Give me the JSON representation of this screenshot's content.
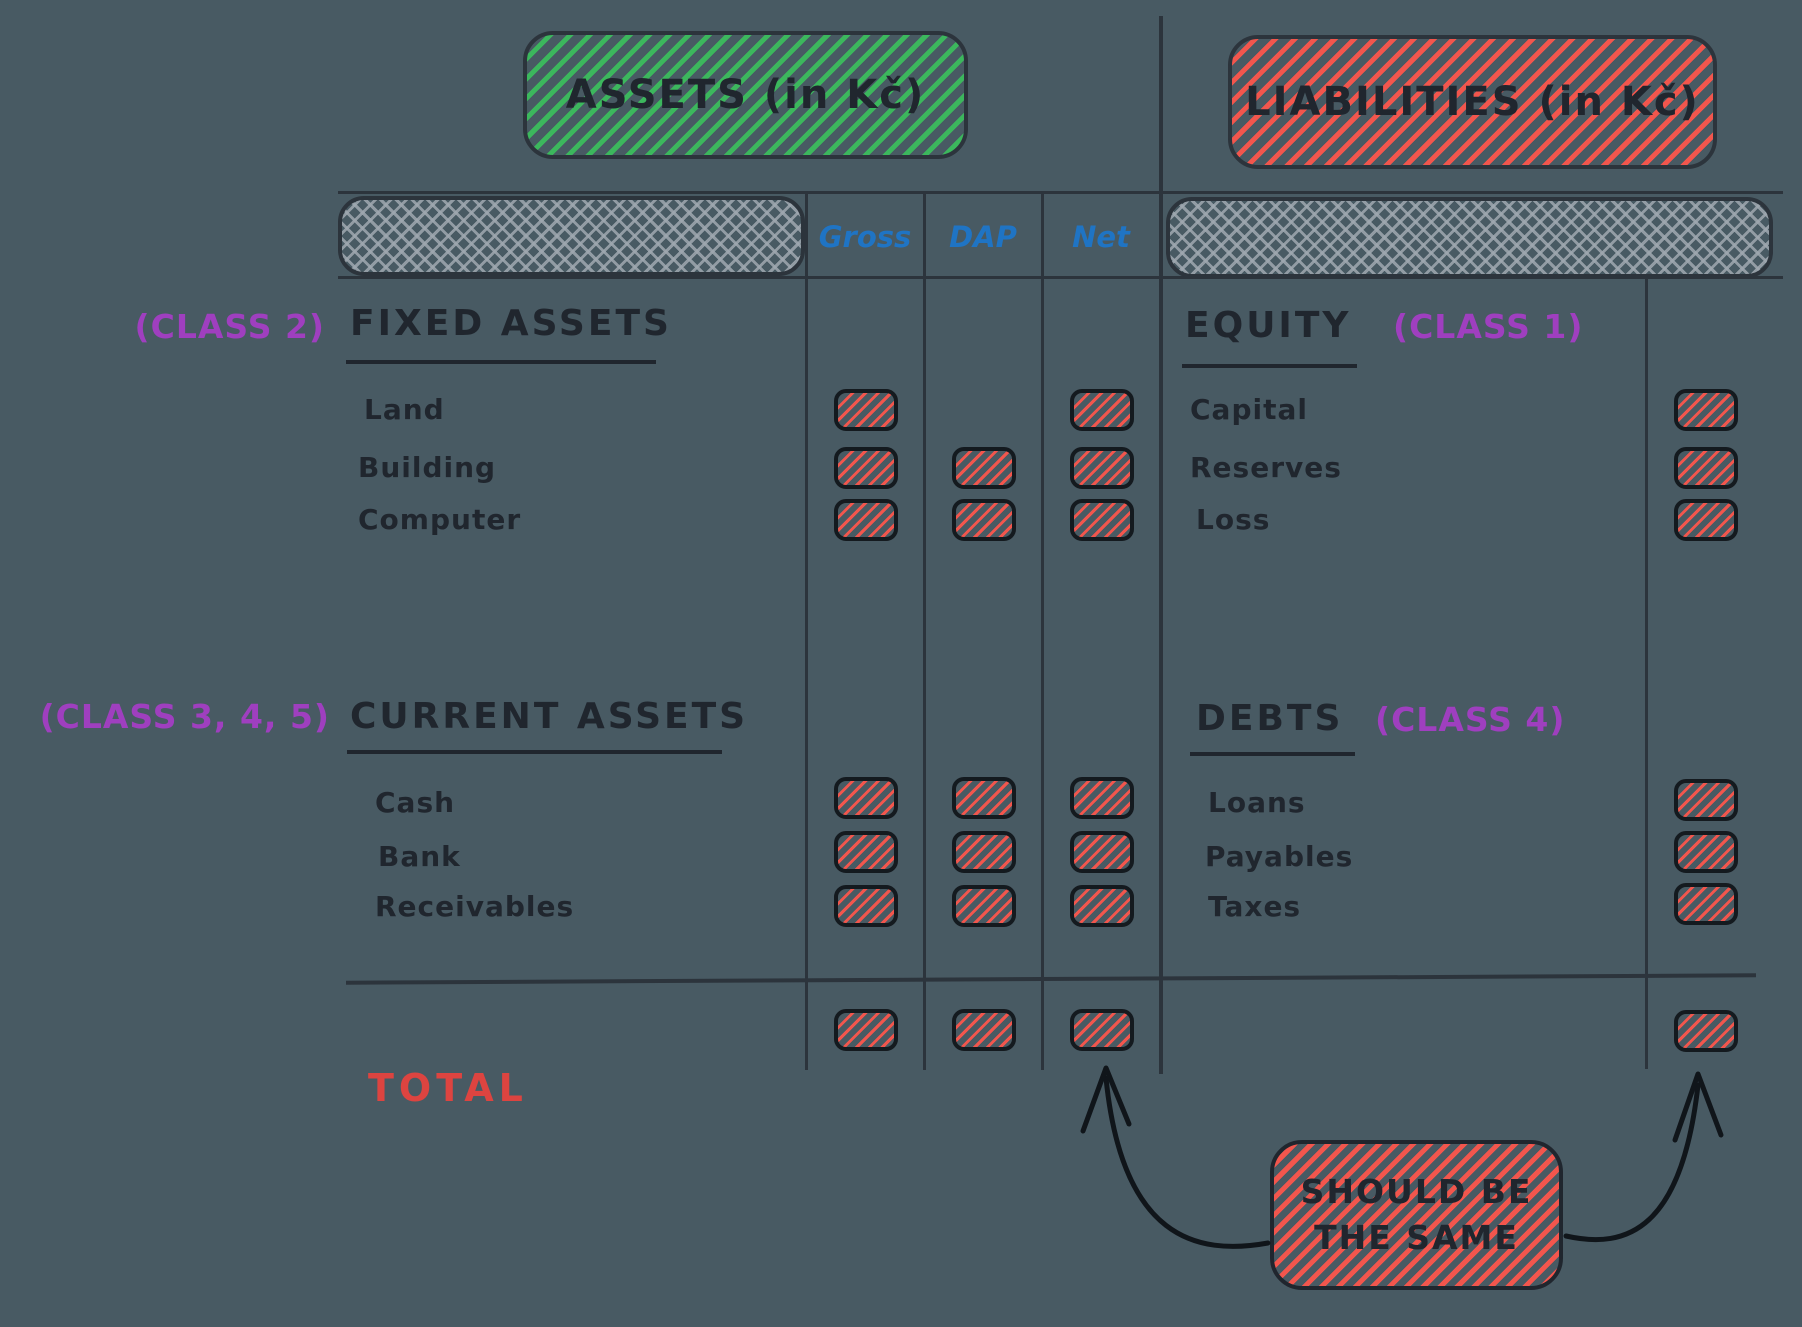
{
  "colors": {
    "background": "#485a63",
    "ink": "#20262e",
    "line": "#2c343c",
    "green": "#3cb75d",
    "red": "#f2564d",
    "gray": "#9fa8b0",
    "blue": "#1f74c4",
    "purple": "#9f3fbf",
    "total_red": "#dd4440"
  },
  "headers": {
    "assets": "ASSETS (in Kč)",
    "liabilities": "LIABILITIES (in Kč)"
  },
  "columns": {
    "gross": "Gross",
    "dap": "DAP",
    "net": "Net"
  },
  "assets": {
    "fixed": {
      "class_label": "(CLASS 2)",
      "title": "FIXED ASSETS",
      "rows": [
        {
          "label": "Land",
          "gross": true,
          "dap": false,
          "net": true
        },
        {
          "label": "Building",
          "gross": true,
          "dap": true,
          "net": true
        },
        {
          "label": "Computer",
          "gross": true,
          "dap": true,
          "net": true
        }
      ]
    },
    "current": {
      "class_label": "(CLASS 3, 4, 5)",
      "title": "CURRENT ASSETS",
      "rows": [
        {
          "label": "Cash",
          "gross": true,
          "dap": true,
          "net": true
        },
        {
          "label": "Bank",
          "gross": true,
          "dap": true,
          "net": true
        },
        {
          "label": "Receivables",
          "gross": true,
          "dap": true,
          "net": true
        }
      ]
    }
  },
  "liabilities": {
    "equity": {
      "title": "EQUITY",
      "class_label": "(CLASS 1)",
      "rows": [
        {
          "label": "Capital",
          "value": true
        },
        {
          "label": "Reserves",
          "value": true
        },
        {
          "label": "Loss",
          "value": true
        }
      ]
    },
    "debts": {
      "title": "DEBTS",
      "class_label": "(CLASS 4)",
      "rows": [
        {
          "label": "Loans",
          "value": true
        },
        {
          "label": "Payables",
          "value": true
        },
        {
          "label": "Taxes",
          "value": true
        }
      ]
    }
  },
  "total": {
    "label": "TOTAL",
    "gross": true,
    "dap": true,
    "net": true,
    "liabilities_value": true
  },
  "note": {
    "line1": "SHOULD BE",
    "line2": "THE SAME"
  }
}
